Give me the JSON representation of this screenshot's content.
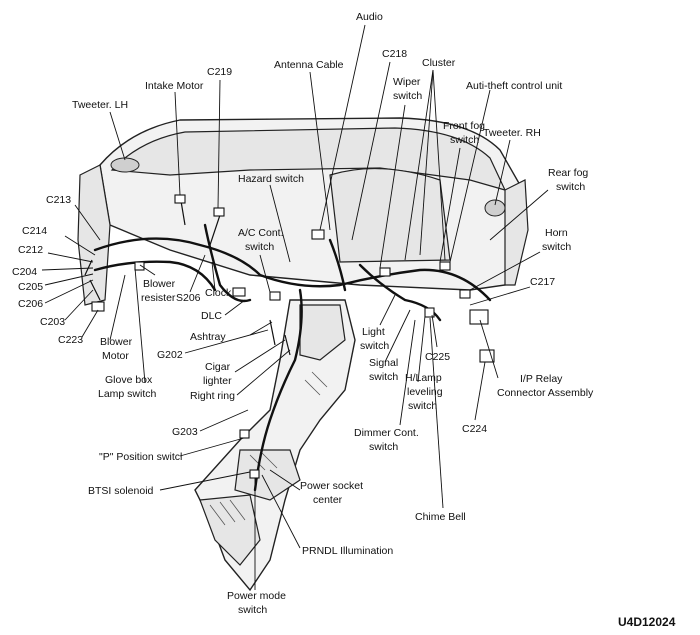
{
  "labels": {
    "audio": "Audio",
    "c218": "C218",
    "cluster": "Cluster",
    "antenna_cable": "Antenna Cable",
    "c219": "C219",
    "intake_motor": "Intake Motor",
    "wiper_switch_1": "Wiper",
    "wiper_switch_2": "switch",
    "anti_theft": "Auti-theft control unit",
    "front_fog_1": "Front fog",
    "front_fog_2": "switch",
    "tweeter_rh": "Tweeter. RH",
    "tweeter_lh": "Tweeter. LH",
    "rear_fog_1": "Rear fog",
    "rear_fog_2": "switch",
    "hazard_switch": "Hazard switch",
    "c213": "C213",
    "horn_switch_1": "Horn",
    "horn_switch_2": "switch",
    "c214": "C214",
    "ac_cont_1": "A/C Cont.",
    "ac_cont_2": "switch",
    "c212": "C212",
    "c204": "C204",
    "c205": "C205",
    "c217": "C217",
    "c206": "C206",
    "s206": "S206",
    "clock": "Clock",
    "dlc": "DLC",
    "c203": "C203",
    "blower_resister_1": "Blower",
    "blower_resister_2": "resister",
    "ashtray": "Ashtray",
    "light_switch_1": "Light",
    "light_switch_2": "switch",
    "c223": "C223",
    "blower_motor_1": "Blower",
    "blower_motor_2": "Motor",
    "g202": "G202",
    "c225": "C225",
    "signal_switch_1": "Signal",
    "signal_switch_2": "switch",
    "cigar_lighter_1": "Cigar",
    "cigar_lighter_2": "lighter",
    "glove_box_1": "Glove box",
    "glove_box_2": "Lamp switch",
    "hlamp_1": "H/Lamp",
    "hlamp_2": "leveling",
    "hlamp_3": "switch",
    "ip_relay_1": "I/P Relay",
    "ip_relay_2": "Connector Assembly",
    "right_ring": "Right ring",
    "g203": "G203",
    "dimmer_1": "Dimmer Cont.",
    "dimmer_2": "switch",
    "c224": "C224",
    "p_position": "\"P\" Position switcl",
    "btsi": "BTSI solenoid",
    "power_socket_1": "Power socket",
    "power_socket_2": "center",
    "chime_bell": "Chime Bell",
    "prndl": "PRNDL Illumination",
    "power_mode_1": "Power mode",
    "power_mode_2": "switch"
  },
  "figure_ref": "U4D12024"
}
